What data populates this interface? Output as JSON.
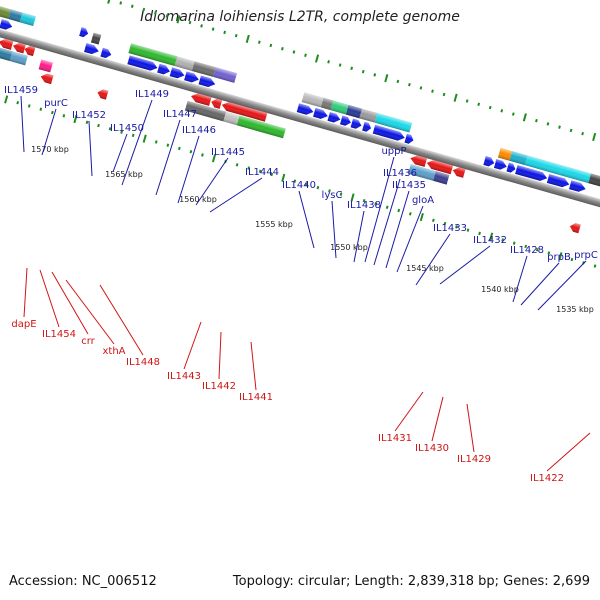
{
  "title": "Idiomarina loihiensis L2TR, complete genome",
  "footer": {
    "accession": "Accession: NC_006512",
    "topology": "Topology: circular; Length: 2,839,318 bp; Genes: 2,699"
  },
  "colors": {
    "backbone": "#8a8a8a",
    "forward_label": "#1a1aa6",
    "reverse_label": "#d01515",
    "tick": "#1e8c1e",
    "cds_forward": "#0a14e6",
    "cds_reverse": "#e61414"
  },
  "scale_labels": [
    "1570 kbp",
    "1565 kbp",
    "1560 kbp",
    "1555 kbp",
    "1550 kbp",
    "1545 kbp",
    "1540 kbp",
    "1535 kbp"
  ],
  "forward_gene_labels": [
    "IL1459",
    "purC",
    "IL1452",
    "IL1450",
    "IL1449",
    "IL1447",
    "IL1446",
    "IL1445",
    "IL1444",
    "IL1440",
    "lysC",
    "IL1438",
    "uppP",
    "IL1436",
    "IL1435",
    "gloA",
    "IL1433",
    "IL1432",
    "IL1428",
    "prpB",
    "prpC"
  ],
  "reverse_gene_labels": [
    "dapE",
    "IL1454",
    "crr",
    "xthA",
    "IL1448",
    "IL1443",
    "IL1442",
    "IL1441",
    "IL1431",
    "IL1430",
    "IL1429",
    "IL1422"
  ]
}
